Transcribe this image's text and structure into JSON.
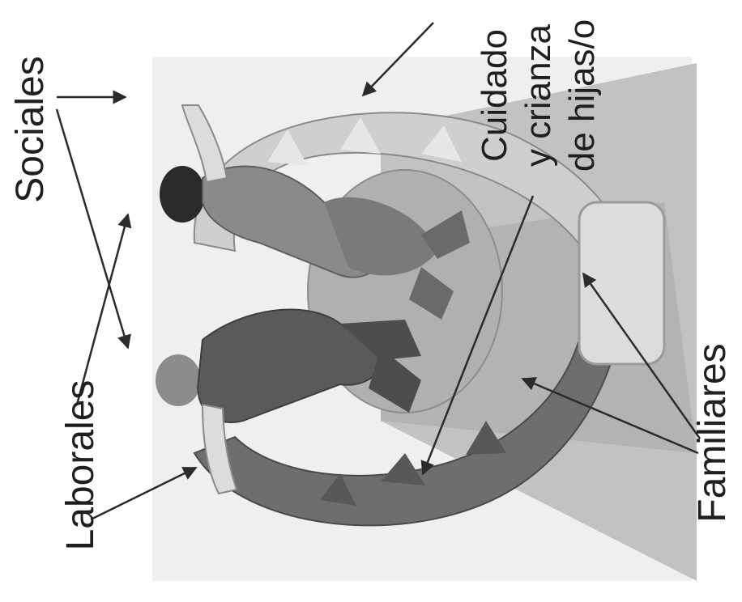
{
  "labels": {
    "sociales": "Sociales",
    "laborales": "Laborales",
    "cuidado": [
      "Cuidado",
      "y crianza",
      "de hijas/o"
    ],
    "familiares": "Familiares"
  },
  "colors": {
    "background": "#ffffff",
    "backdrop_panel": "#eeeeee",
    "floor": "#bdbdbd",
    "ring_light": "#c9c9c9",
    "ring_dark": "#6f6f6f",
    "figure_dark": "#555555",
    "figure_mid": "#8a8a8a",
    "figure_light": "#d6d6d6",
    "hair": "#2a2a2a",
    "text": "#1f1f1f",
    "arrow": "#2b2b2b"
  }
}
